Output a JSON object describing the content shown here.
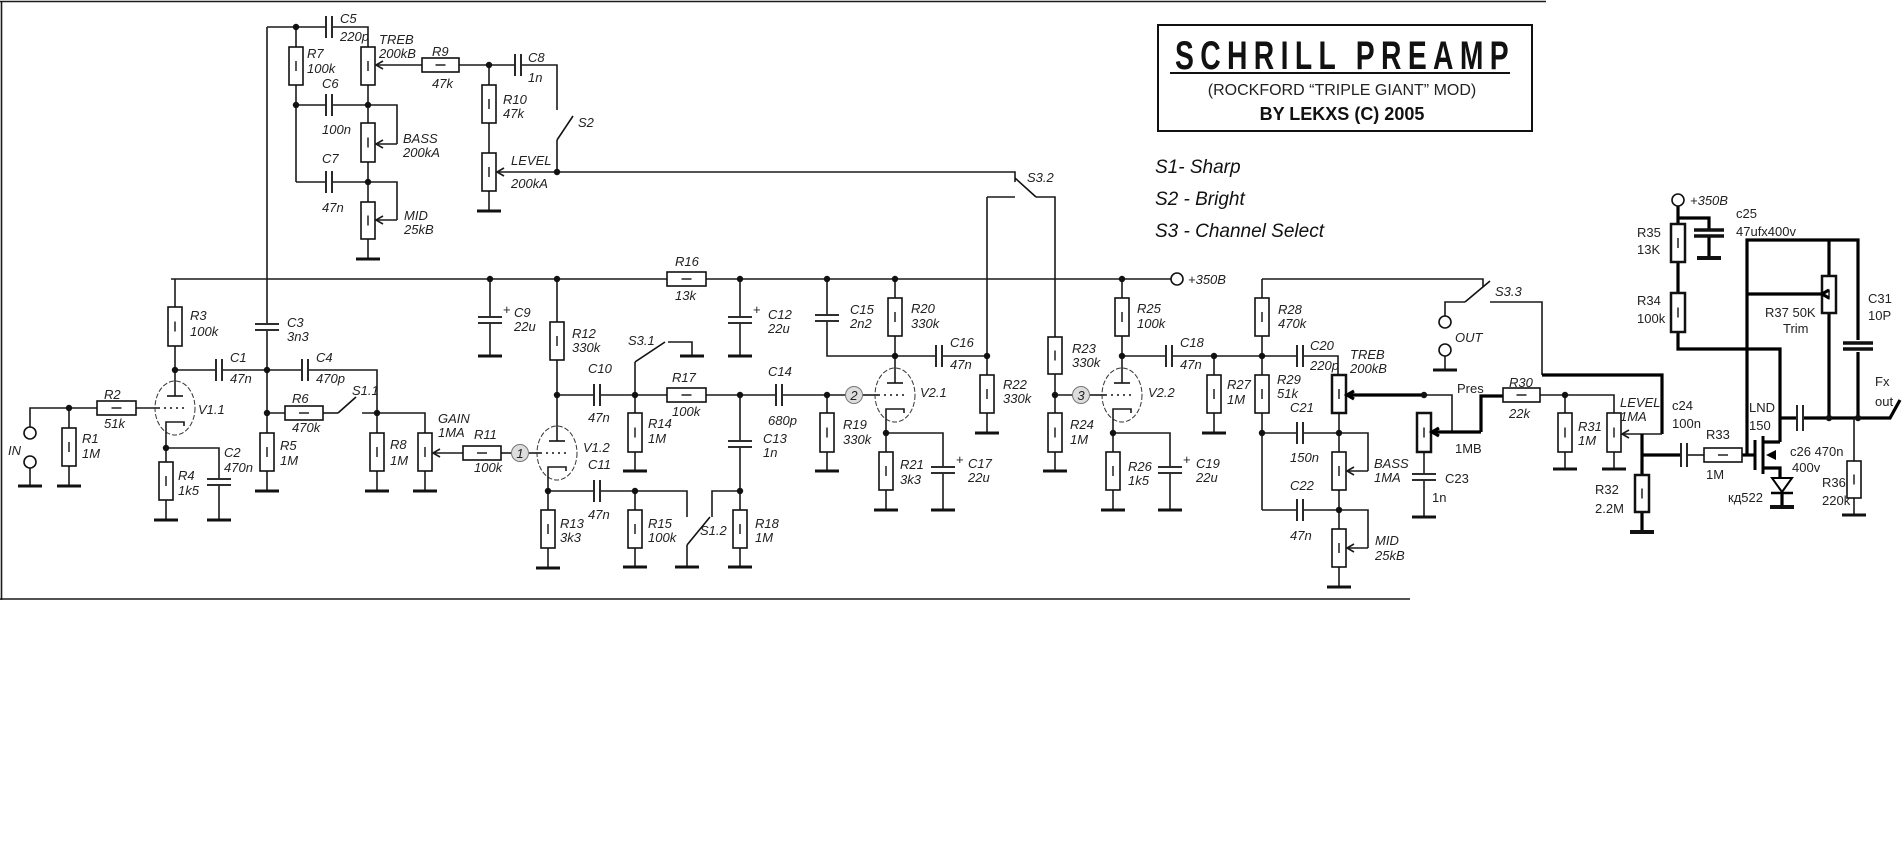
{
  "title": {
    "main": "SCHRILL PREAMP",
    "subtitle": "(ROCKFORD “TRIPLE GIANT” MOD)",
    "author": "BY LEKXS (C) 2005"
  },
  "notes": [
    "S1- Sharp",
    "S2 - Bright",
    "S3 - Channel Select"
  ],
  "components": {
    "R1": {
      "ref": "R1",
      "value": "1M"
    },
    "R2": {
      "ref": "R2",
      "value": "51k"
    },
    "R3": {
      "ref": "R3",
      "value": "100k"
    },
    "R4": {
      "ref": "R4",
      "value": "1k5"
    },
    "R5": {
      "ref": "R5",
      "value": "1M"
    },
    "R6": {
      "ref": "R6",
      "value": "470k"
    },
    "R7": {
      "ref": "R7",
      "value": "100k"
    },
    "R8": {
      "ref": "R8",
      "value": "1M"
    },
    "R9": {
      "ref": "R9",
      "value": "47k"
    },
    "R10": {
      "ref": "R10",
      "value": "47k"
    },
    "R11": {
      "ref": "R11",
      "value": "100k"
    },
    "R12": {
      "ref": "R12",
      "value": "330k"
    },
    "R13": {
      "ref": "R13",
      "value": "3k3"
    },
    "R14": {
      "ref": "R14",
      "value": "1M"
    },
    "R15": {
      "ref": "R15",
      "value": "100k"
    },
    "R16": {
      "ref": "R16",
      "value": "13k"
    },
    "R17": {
      "ref": "R17",
      "value": "100k"
    },
    "R18": {
      "ref": "R18",
      "value": "1M"
    },
    "R19": {
      "ref": "R19",
      "value": "330k"
    },
    "R20": {
      "ref": "R20",
      "value": "330k"
    },
    "R21": {
      "ref": "R21",
      "value": "3k3"
    },
    "R22": {
      "ref": "R22",
      "value": "330k"
    },
    "R23": {
      "ref": "R23",
      "value": "330k"
    },
    "R24": {
      "ref": "R24",
      "value": "1M"
    },
    "R25": {
      "ref": "R25",
      "value": "100k"
    },
    "R26": {
      "ref": "R26",
      "value": "1k5"
    },
    "R27": {
      "ref": "R27",
      "value": "1M"
    },
    "R28": {
      "ref": "R28",
      "value": "470k"
    },
    "R29": {
      "ref": "R29",
      "value": "51k"
    },
    "R30": {
      "ref": "R30",
      "value": "22k"
    },
    "R31": {
      "ref": "R31",
      "value": "1M"
    },
    "R32": {
      "ref": "R32",
      "value": "2.2M"
    },
    "R33": {
      "ref": "R33",
      "value": "1M"
    },
    "R34": {
      "ref": "R34",
      "value": "100k"
    },
    "R35": {
      "ref": "R35",
      "value": "13K"
    },
    "R36": {
      "ref": "R36",
      "value": "220k"
    },
    "R37": {
      "ref": "R37 50K",
      "value": "Trim"
    },
    "C1": {
      "ref": "C1",
      "value": "47n"
    },
    "C2": {
      "ref": "C2",
      "value": "470n"
    },
    "C3": {
      "ref": "C3",
      "value": "3n3"
    },
    "C4": {
      "ref": "C4",
      "value": "470p"
    },
    "C5": {
      "ref": "C5",
      "value": "220p"
    },
    "C6": {
      "ref": "C6",
      "value": "100n"
    },
    "C7": {
      "ref": "C7",
      "value": "47n"
    },
    "C8": {
      "ref": "C8",
      "value": "1n"
    },
    "C9": {
      "ref": "C9",
      "value": "22u"
    },
    "C10": {
      "ref": "C10",
      "value": "47n"
    },
    "C11": {
      "ref": "C11",
      "value": "47n"
    },
    "C12": {
      "ref": "C12",
      "value": "22u"
    },
    "C13": {
      "ref": "C13",
      "value": "1n"
    },
    "C14": {
      "ref": "C14",
      "value": "680p"
    },
    "C15": {
      "ref": "C15",
      "value": "2n2"
    },
    "C16": {
      "ref": "C16",
      "value": "47n"
    },
    "C17": {
      "ref": "C17",
      "value": "22u"
    },
    "C18": {
      "ref": "C18",
      "value": "47n"
    },
    "C19": {
      "ref": "C19",
      "value": "22u"
    },
    "C20": {
      "ref": "C20",
      "value": "220p"
    },
    "C21": {
      "ref": "C21",
      "value": "150n"
    },
    "C22": {
      "ref": "C22",
      "value": "47n"
    },
    "C23": {
      "ref": "C23",
      "value": "1n"
    },
    "C24": {
      "ref": "c24",
      "value": "100n"
    },
    "C25": {
      "ref": "c25",
      "value": "47ufx400v"
    },
    "C26": {
      "ref": "c26 470n",
      "value": "400v"
    },
    "C31": {
      "ref": "C31",
      "value": "10P"
    },
    "TREB1": {
      "ref": "TREB",
      "value": "200kB"
    },
    "BASS1": {
      "ref": "BASS",
      "value": "200kA"
    },
    "MID1": {
      "ref": "MID",
      "value": "25kB"
    },
    "LEVEL1": {
      "ref": "LEVEL",
      "value": "200kA"
    },
    "GAIN": {
      "ref": "GAIN",
      "value": "1MA"
    },
    "TREB2": {
      "ref": "TREB",
      "value": "200kB"
    },
    "BASS2": {
      "ref": "BASS",
      "value": "1MA"
    },
    "MID2": {
      "ref": "MID",
      "value": "25kB"
    },
    "LEVEL2": {
      "ref": "LEVEL",
      "value": "1MA"
    },
    "PRES": {
      "ref": "Pres",
      "value": "1MB"
    },
    "Q1": {
      "ref": "LND",
      "value": "150"
    },
    "D1": {
      "ref": "кд522"
    },
    "V1_1": {
      "ref": "V1.1"
    },
    "V1_2": {
      "ref": "V1.2"
    },
    "V2_1": {
      "ref": "V2.1"
    },
    "V2_2": {
      "ref": "V2.2"
    },
    "S1_1": {
      "ref": "S1.1"
    },
    "S1_2": {
      "ref": "S1.2"
    },
    "S2": {
      "ref": "S2"
    },
    "S3_1": {
      "ref": "S3.1"
    },
    "S3_2": {
      "ref": "S3.2"
    },
    "S3_3": {
      "ref": "S3.3"
    }
  },
  "terminals": {
    "input": "IN",
    "output": "OUT",
    "fx_out_1": "Fx",
    "fx_out_2": "out",
    "supply_main": "+350B",
    "supply_fx": "+350B"
  },
  "node_markers": [
    "1",
    "2",
    "3"
  ]
}
